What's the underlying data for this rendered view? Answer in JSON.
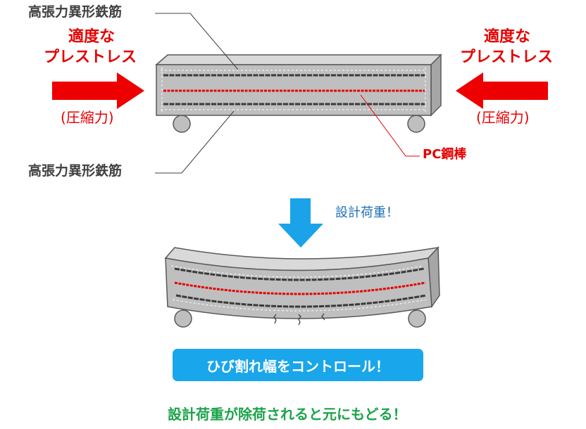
{
  "labels": {
    "rebar_top": "高張力異形鉄筋",
    "rebar_bottom": "高張力異形鉄筋",
    "prestress_left_1": "適度な",
    "prestress_left_2": "プレストレス",
    "prestress_right_1": "適度な",
    "prestress_right_2": "プレストレス",
    "compression_left": "(圧縮力)",
    "compression_right": "(圧縮力)",
    "pc_bar": "PC鋼棒",
    "design_load": "設計荷重！",
    "crack_control": "ひび割れ幅をコントロール！",
    "recovery": "設計荷重が除荷されると元にもどる！"
  },
  "colors": {
    "red": "#e60000",
    "blue_arrow": "#1aa3e8",
    "callout_bg": "#19a6ea",
    "green_text": "#1ba34a",
    "beam_fill": "#bfbfbf",
    "label_dark": "#404040"
  },
  "icons": {
    "load_arrow": "down-arrow-icon",
    "prestress_left": "right-arrow-icon",
    "prestress_right": "left-arrow-icon"
  }
}
